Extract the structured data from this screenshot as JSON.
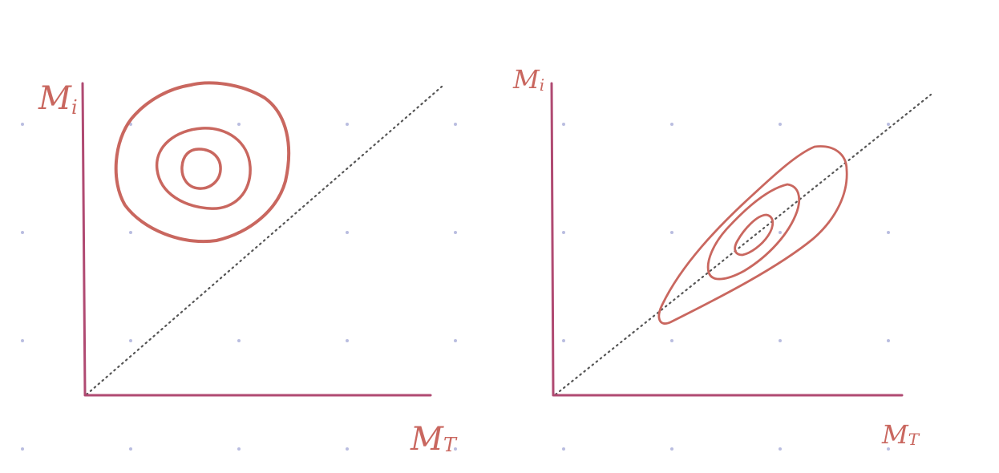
{
  "colors": {
    "background": "#ffffff",
    "axis": "#b04a72",
    "contour": "#c9675f",
    "diagonal": "#555555",
    "dot_grid": "#b9bde0"
  },
  "panels": [
    {
      "id": "left",
      "y_label": {
        "main": "M",
        "sub": "i"
      },
      "x_label": {
        "main": "M",
        "sub": "T"
      }
    },
    {
      "id": "right",
      "y_label": {
        "main": "M",
        "sub": "i"
      },
      "x_label": {
        "main": "M",
        "sub": "T"
      }
    }
  ]
}
